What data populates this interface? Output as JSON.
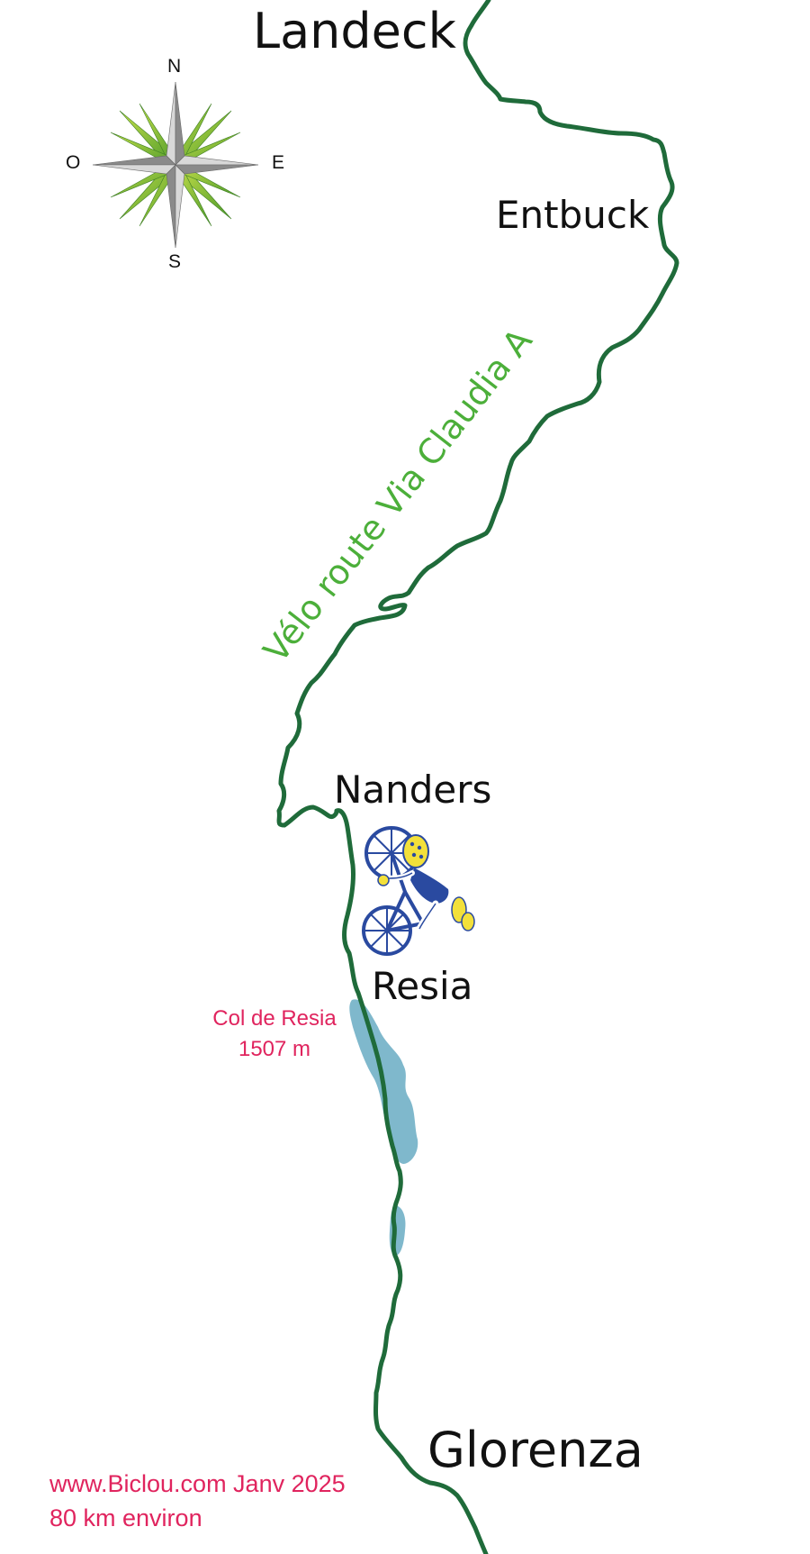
{
  "towns": {
    "landeck": "Landeck",
    "entbuck": "Entbuck",
    "nanders": "Nanders",
    "resia": "Resia",
    "glorenza": "Glorenza"
  },
  "route": {
    "label": "Vélo route Via Claudia A",
    "line_color": "#1f6b3a",
    "label_color": "#4caf3a"
  },
  "pass": {
    "name": "Col de Resia",
    "altitude": "1507 m",
    "color": "#e0245e"
  },
  "compass": {
    "north": "N",
    "south": "S",
    "west": "O",
    "east": "E"
  },
  "lake_color": "#7fb8cc",
  "credits": {
    "site": "www.Biclou.com Janv 2025",
    "distance": "80 km environ"
  },
  "icons": {
    "compass": "compass-rose-icon",
    "cyclist": "cyclist-icon"
  }
}
